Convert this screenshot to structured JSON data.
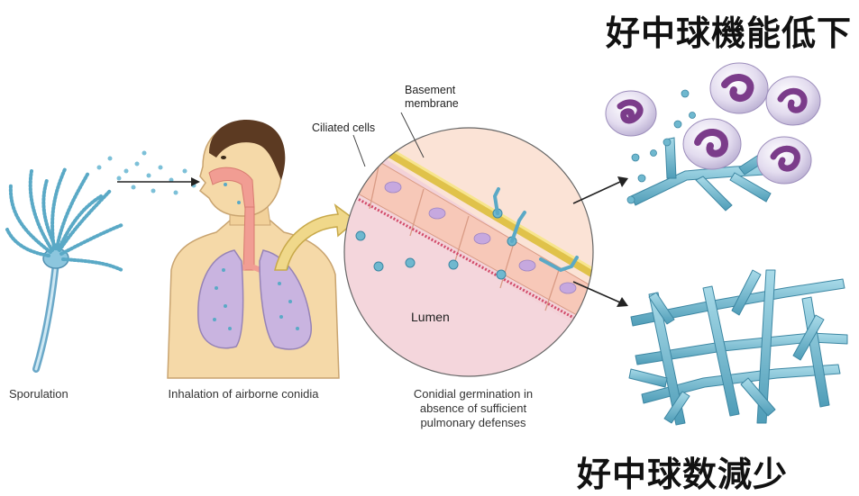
{
  "title_top": "好中球機能低下",
  "title_bottom": "好中球数減少",
  "captions": {
    "sporulation": "Sporulation",
    "inhalation": "Inhalation of airborne conidia",
    "germination_1": "Conidial germination in",
    "germination_2": "absence of sufficient",
    "germination_3": "pulmonary defenses"
  },
  "labels": {
    "basement_1": "Basement",
    "basement_2": "membrane",
    "ciliated": "Ciliated cells",
    "lumen": "Lumen"
  },
  "colors": {
    "hyphae": "#6fb8cf",
    "skin": "#f5d9a8",
    "lung": "#c9b4e0",
    "nucleus": "#7b3c8a",
    "arrow": "#f0d88a"
  }
}
